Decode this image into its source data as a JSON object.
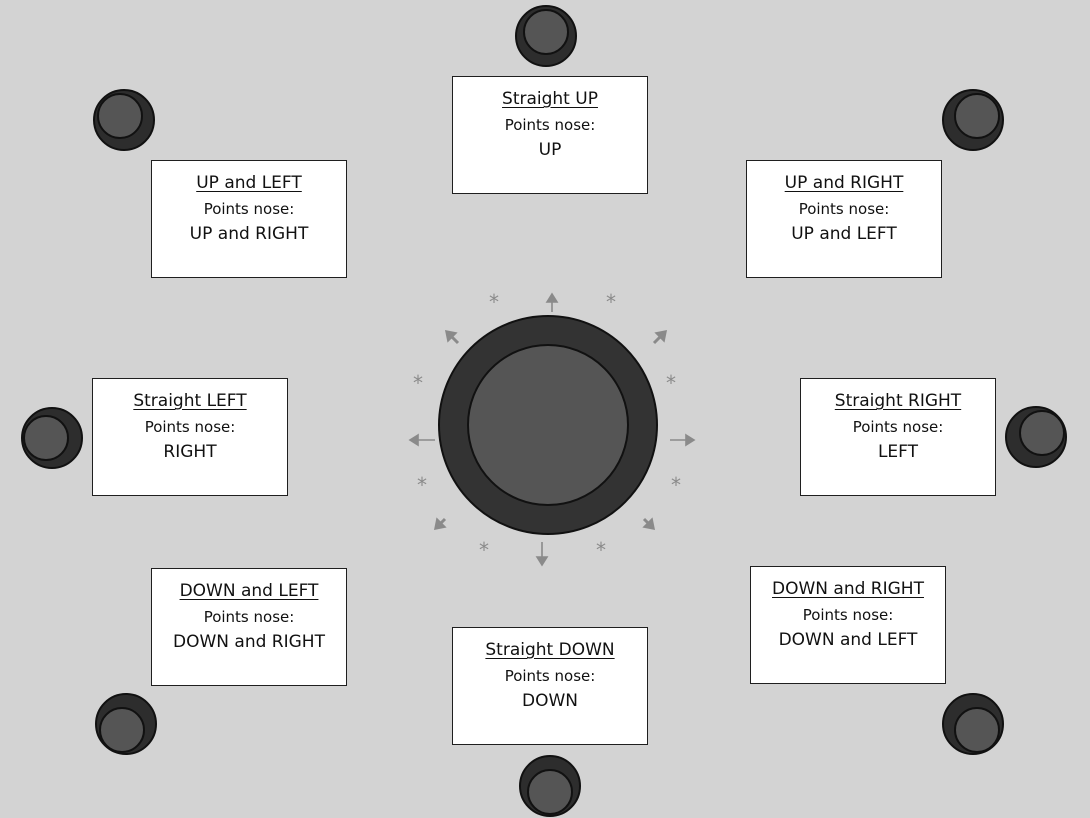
{
  "cards": [
    {
      "id": "straight-up",
      "title": "Straight UP",
      "subtitle": "Points nose:",
      "value": "UP"
    },
    {
      "id": "up-and-left",
      "title": "UP and LEFT",
      "subtitle": "Points nose:",
      "value": "UP and RIGHT"
    },
    {
      "id": "up-and-right",
      "title": "UP and RIGHT",
      "subtitle": "Points nose:",
      "value": "UP and LEFT"
    },
    {
      "id": "straight-left",
      "title": "Straight LEFT",
      "subtitle": "Points nose:",
      "value": "RIGHT"
    },
    {
      "id": "straight-right",
      "title": "Straight RIGHT",
      "subtitle": "Points nose:",
      "value": "LEFT"
    },
    {
      "id": "down-and-left",
      "title": "DOWN and LEFT",
      "subtitle": "Points nose:",
      "value": "DOWN and RIGHT"
    },
    {
      "id": "down-and-right",
      "title": "DOWN and RIGHT",
      "subtitle": "Points nose:",
      "value": "DOWN and LEFT"
    },
    {
      "id": "straight-down",
      "title": "Straight DOWN",
      "subtitle": "Points nose:",
      "value": "DOWN"
    }
  ],
  "colors": {
    "background": "#d3d3d3",
    "knob_outer": "#333333",
    "knob_inner": "#555555",
    "arrow": "#8a8a8a"
  },
  "icons": {
    "knob_icon": "joystick-knob",
    "direction_arrow": "arrow-icon",
    "asterisk": "asterisk-icon"
  }
}
